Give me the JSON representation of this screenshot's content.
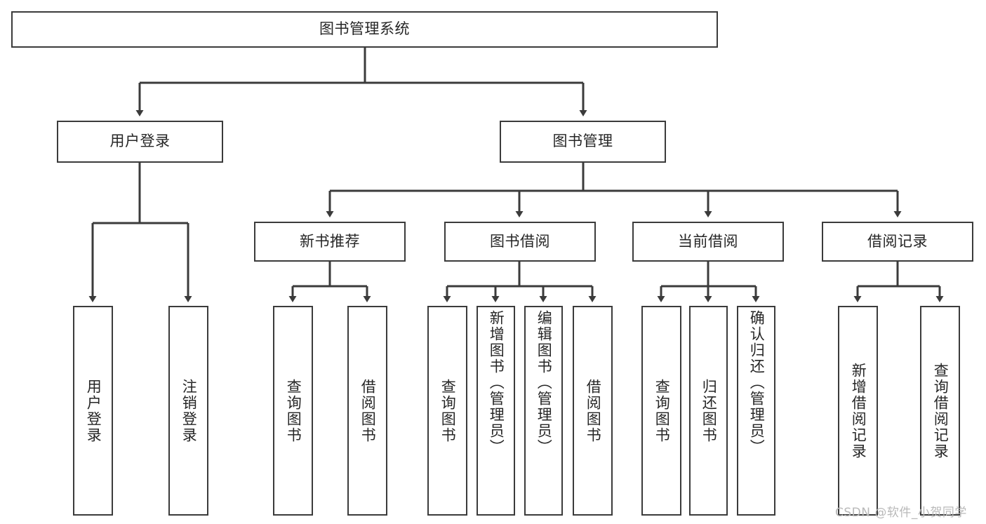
{
  "diagram": {
    "title": "图书管理系统",
    "type": "hierarchy-tree",
    "nodes": {
      "root": {
        "label": "图书管理系统",
        "level": 1,
        "orientation": "horizontal"
      },
      "user_login": {
        "label": "用户登录",
        "level": 2,
        "orientation": "horizontal"
      },
      "book_manage": {
        "label": "图书管理",
        "level": 2,
        "orientation": "horizontal"
      },
      "new_book_rec": {
        "label": "新书推荐",
        "level": 3,
        "orientation": "horizontal"
      },
      "book_borrow": {
        "label": "图书借阅",
        "level": 3,
        "orientation": "horizontal"
      },
      "current_borrow": {
        "label": "当前借阅",
        "level": 3,
        "orientation": "horizontal"
      },
      "borrow_record": {
        "label": "借阅记录",
        "level": 3,
        "orientation": "horizontal"
      },
      "leaf_user_login": {
        "label": "用户登录",
        "level": 4,
        "orientation": "vertical"
      },
      "leaf_logout": {
        "label": "注销登录",
        "level": 4,
        "orientation": "vertical"
      },
      "leaf_query_book_1": {
        "label": "查询图书",
        "level": 4,
        "orientation": "vertical"
      },
      "leaf_borrow_book_1": {
        "label": "借阅图书",
        "level": 4,
        "orientation": "vertical"
      },
      "leaf_query_book_2": {
        "label": "查询图书",
        "level": 4,
        "orientation": "vertical"
      },
      "leaf_add_book": {
        "label": "新增图书（管理员）",
        "level": 4,
        "orientation": "vertical"
      },
      "leaf_edit_book": {
        "label": "编辑图书（管理员）",
        "level": 4,
        "orientation": "vertical"
      },
      "leaf_borrow_book_2": {
        "label": "借阅图书",
        "level": 4,
        "orientation": "vertical"
      },
      "leaf_query_book_3": {
        "label": "查询图书",
        "level": 4,
        "orientation": "vertical"
      },
      "leaf_return_book": {
        "label": "归还图书",
        "level": 4,
        "orientation": "vertical"
      },
      "leaf_confirm_return": {
        "label": "确认归还（管理员）",
        "level": 4,
        "orientation": "vertical"
      },
      "leaf_add_record": {
        "label": "新增借阅记录",
        "level": 4,
        "orientation": "vertical"
      },
      "leaf_query_record": {
        "label": "查询借阅记录",
        "level": 4,
        "orientation": "vertical"
      }
    },
    "edges": [
      {
        "from": "root",
        "to": "user_login"
      },
      {
        "from": "root",
        "to": "book_manage"
      },
      {
        "from": "user_login",
        "to": "leaf_user_login"
      },
      {
        "from": "user_login",
        "to": "leaf_logout"
      },
      {
        "from": "book_manage",
        "to": "new_book_rec"
      },
      {
        "from": "book_manage",
        "to": "book_borrow"
      },
      {
        "from": "book_manage",
        "to": "current_borrow"
      },
      {
        "from": "book_manage",
        "to": "borrow_record"
      },
      {
        "from": "new_book_rec",
        "to": "leaf_query_book_1"
      },
      {
        "from": "new_book_rec",
        "to": "leaf_borrow_book_1"
      },
      {
        "from": "book_borrow",
        "to": "leaf_query_book_2"
      },
      {
        "from": "book_borrow",
        "to": "leaf_add_book"
      },
      {
        "from": "book_borrow",
        "to": "leaf_edit_book"
      },
      {
        "from": "book_borrow",
        "to": "leaf_borrow_book_2"
      },
      {
        "from": "current_borrow",
        "to": "leaf_query_book_3"
      },
      {
        "from": "current_borrow",
        "to": "leaf_return_book"
      },
      {
        "from": "current_borrow",
        "to": "leaf_confirm_return"
      },
      {
        "from": "borrow_record",
        "to": "leaf_add_record"
      },
      {
        "from": "borrow_record",
        "to": "leaf_query_record"
      }
    ],
    "colors": {
      "stroke": "#3b3b3b",
      "fill": "#ffffff",
      "text": "#262626",
      "watermark": "#b9b9b9"
    }
  },
  "watermark": {
    "text": "CSDN @软件_小贺同学"
  }
}
